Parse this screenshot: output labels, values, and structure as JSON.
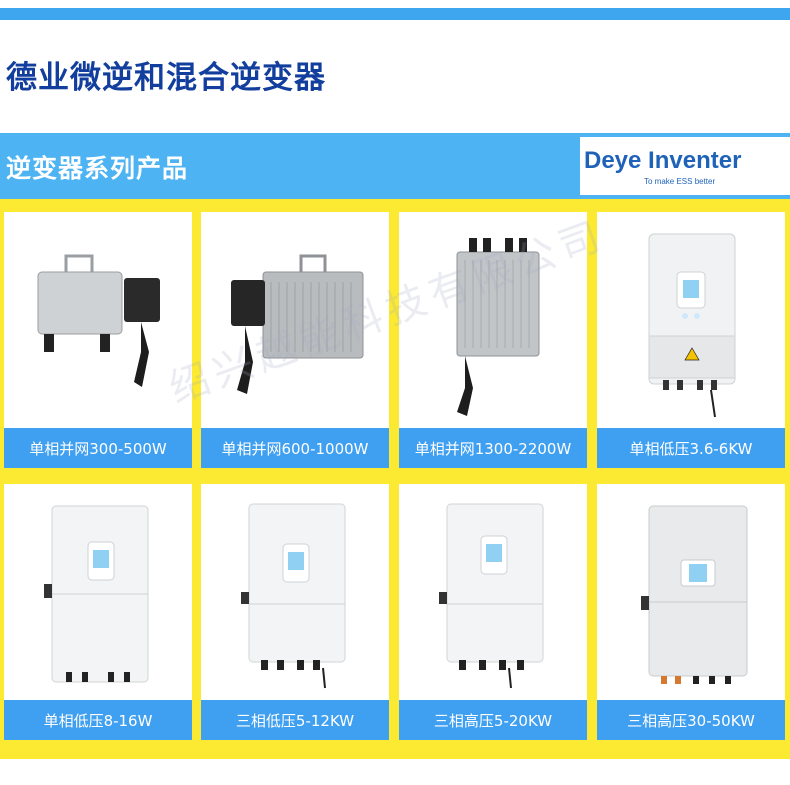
{
  "header": {
    "title": "德业微逆和混合逆变器"
  },
  "banner": {
    "title": "逆变器系列产品",
    "logo_text": "Deye Inventer",
    "logo_tagline": "To make ESS better"
  },
  "products": [
    {
      "label": "单相并网300-500W"
    },
    {
      "label": "单相并网600-1000W"
    },
    {
      "label": "单相并网1300-2200W"
    },
    {
      "label": "单相低压3.6-6KW"
    },
    {
      "label": "单相低压8-16W"
    },
    {
      "label": "三相低压5-12KW"
    },
    {
      "label": "三相高压5-20KW"
    },
    {
      "label": "三相高压30-50KW"
    }
  ],
  "watermark": "绍兴越能科技有限公司",
  "colors": {
    "accent": "#3f9ff0",
    "title": "#123f9e",
    "background": "#fce932"
  }
}
